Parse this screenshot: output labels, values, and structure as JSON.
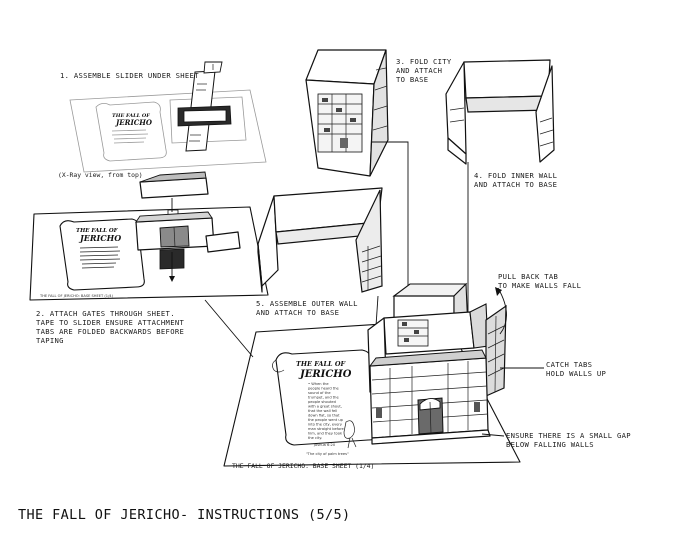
{
  "page_title": "THE FALL OF JERICHO- INSTRUCTIONS (5/5)",
  "steps": {
    "step1": "1. ASSEMBLE SLIDER UNDER SHEET",
    "xray_note": "(X-Ray view, from top)",
    "step2_lines": [
      "2. ATTACH GATES THROUGH SHEET.",
      "TAPE TO SLIDER ENSURE ATTACHMENT",
      "TABS ARE FOLDED BACKWARDS BEFORE",
      "TAPING"
    ],
    "step3_lines": [
      "3. FOLD CITY",
      "AND ATTACH",
      "TO BASE"
    ],
    "step4_lines": [
      "4. FOLD INNER WALL",
      "AND ATTACH TO BASE"
    ],
    "step5_lines": [
      "5. ASSEMBLE OUTER WALL",
      "AND ATTACH TO BASE"
    ]
  },
  "callouts": {
    "pull_tab_lines": [
      "PULL BACK TAB",
      "TO MAKE WALLS FALL"
    ],
    "catch_tabs_lines": [
      "CATCH TABS",
      "HOLD WALLS UP"
    ],
    "gap_lines": [
      "ENSURE THERE IS A SMALL GAP",
      "BELOW FALLING WALLS"
    ]
  },
  "base_sheet": {
    "title_line1": "THE FALL OF",
    "title_line2": "JERICHO",
    "scroll_text": [
      "• When the",
      "people heard the",
      "sound of the",
      "trumpet, and the",
      "people shouted",
      "with a great shout,",
      "that the wall fell",
      "down flat, so that",
      "the people went up",
      "into the city, every",
      "man straight before",
      "him, and they took",
      "the city."
    ],
    "reference": "Joshua 6:20",
    "footer_quote": "\"The city of palm trees\"",
    "sheet_caption": "THE FALL OF JERICHO: BASE SHEET (1/4)",
    "small_sheet_caption": "THE FALL OF JERICHO: BASE SHEET (1/4)"
  }
}
